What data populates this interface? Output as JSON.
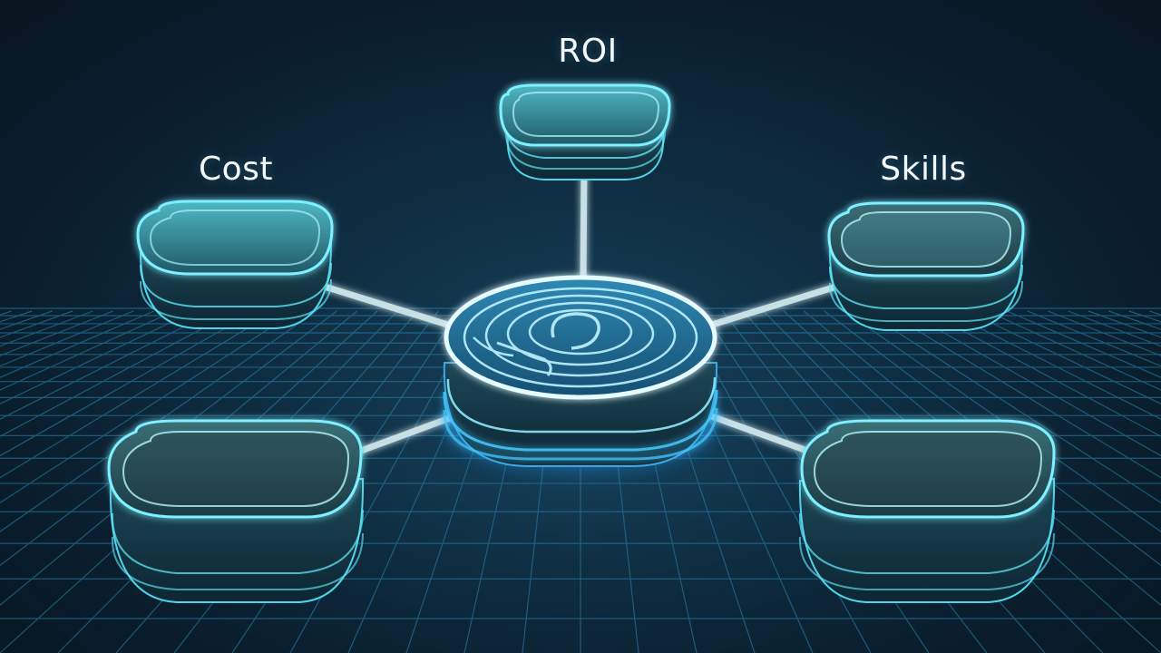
{
  "labels": {
    "roi": "ROI",
    "cost": "Cost",
    "skills": "Skills"
  },
  "colors": {
    "background": "#0b1a26",
    "grid": "#2a89b8",
    "node_glow": "#5fe3f5",
    "node_fill": "#2e6a79",
    "hub_glow": "#3aa7e8",
    "connector": "#d7eef3"
  },
  "icons": {
    "hub": "concentric-rings-icon"
  }
}
